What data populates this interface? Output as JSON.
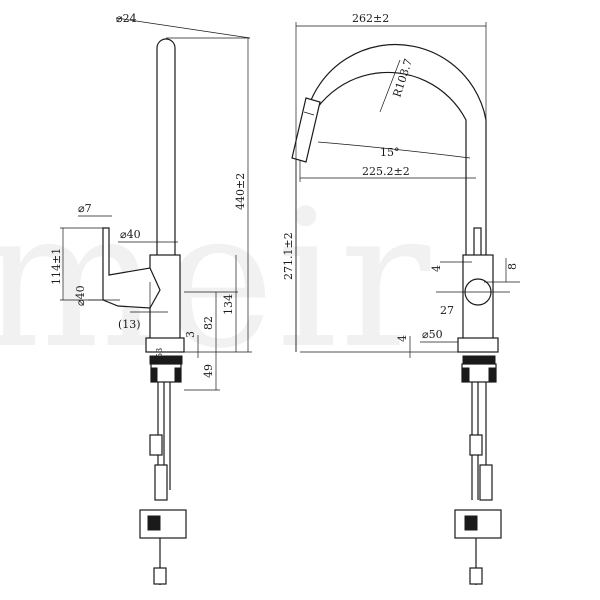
{
  "watermark": "meir",
  "side_view": {
    "dia_24": "⌀24",
    "height_440": "440±2",
    "dia_7": "⌀7",
    "dia_40_top": "⌀40",
    "height_114": "114±1",
    "dia_40_side": "⌀40",
    "dim_13": "(13)",
    "dim_3": "3",
    "dim_82": "82",
    "dim_134": "134",
    "dim_49": "49",
    "dim_53": "53"
  },
  "front_view": {
    "width_262": "262±2",
    "radius": "R103.7",
    "angle": "15°",
    "reach": "225.2±2",
    "height_271": "271.1±2",
    "dim_4_handle": "4",
    "dim_8": "8",
    "dim_27": "27",
    "dim_4_base": "4",
    "dia_50": "⌀50"
  }
}
